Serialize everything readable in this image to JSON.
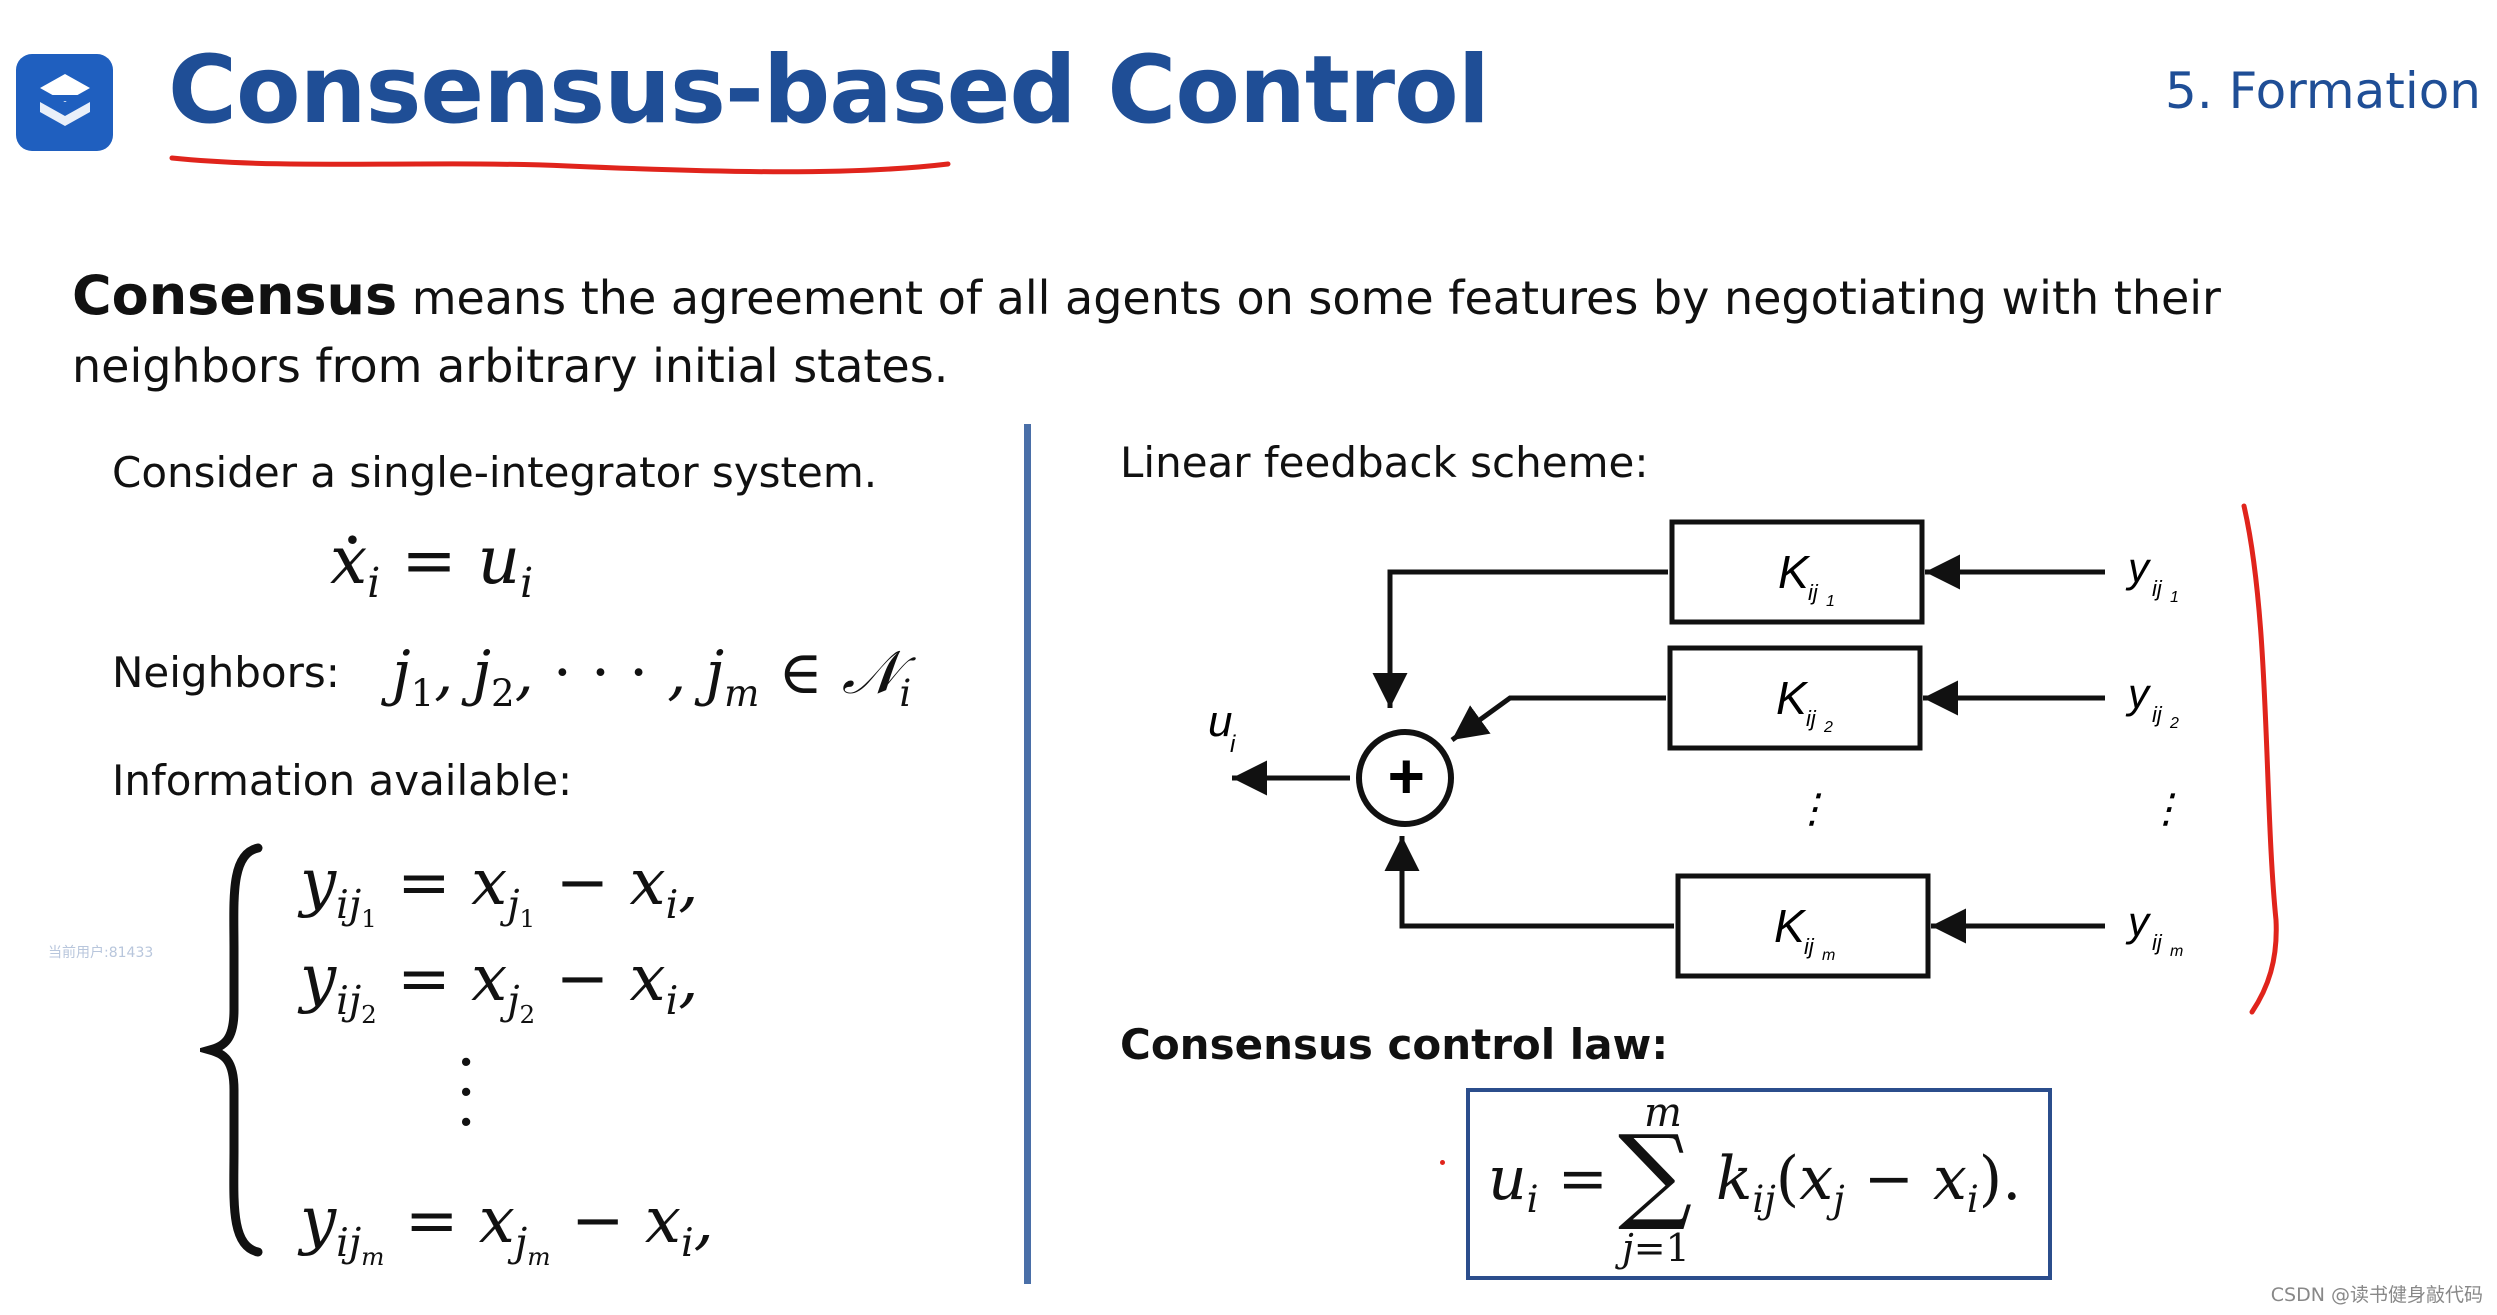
{
  "header": {
    "title": "Consensus-based Control",
    "section": "5. Formation"
  },
  "intro": {
    "keyword": "Consensus",
    "text": " means the agreement of all agents on some features by negotiating with their neighbors from arbitrary initial states."
  },
  "left": {
    "system_label": "Consider a single-integrator system.",
    "neighbors_label": "Neighbors:",
    "info_label": "Information available:",
    "faint_watermark": "当前用户:81433"
  },
  "right": {
    "scheme_label": "Linear feedback scheme:",
    "law_label": "Consensus control law:",
    "diagram": {
      "output_label": "u",
      "output_sub": "i",
      "sum_symbol": "+",
      "vdots": "⋮",
      "gains": [
        {
          "k": "K",
          "sub": "ij",
          "subsub": "1",
          "y": "y",
          "ysub": "ij",
          "ysubsub": "1"
        },
        {
          "k": "K",
          "sub": "ij",
          "subsub": "2",
          "y": "y",
          "ysub": "ij",
          "ysubsub": "2"
        },
        {
          "k": "K",
          "sub": "ij",
          "subsub": "m",
          "y": "y",
          "ysub": "ij",
          "ysubsub": "m"
        }
      ]
    }
  },
  "watermark": "CSDN @读书健身敲代码",
  "colors": {
    "title": "#1f4e96",
    "logo": "#1f5fbf",
    "divider": "#4a6fa8",
    "box_border": "#2b4d8c",
    "red_annotation": "#e0241c"
  }
}
